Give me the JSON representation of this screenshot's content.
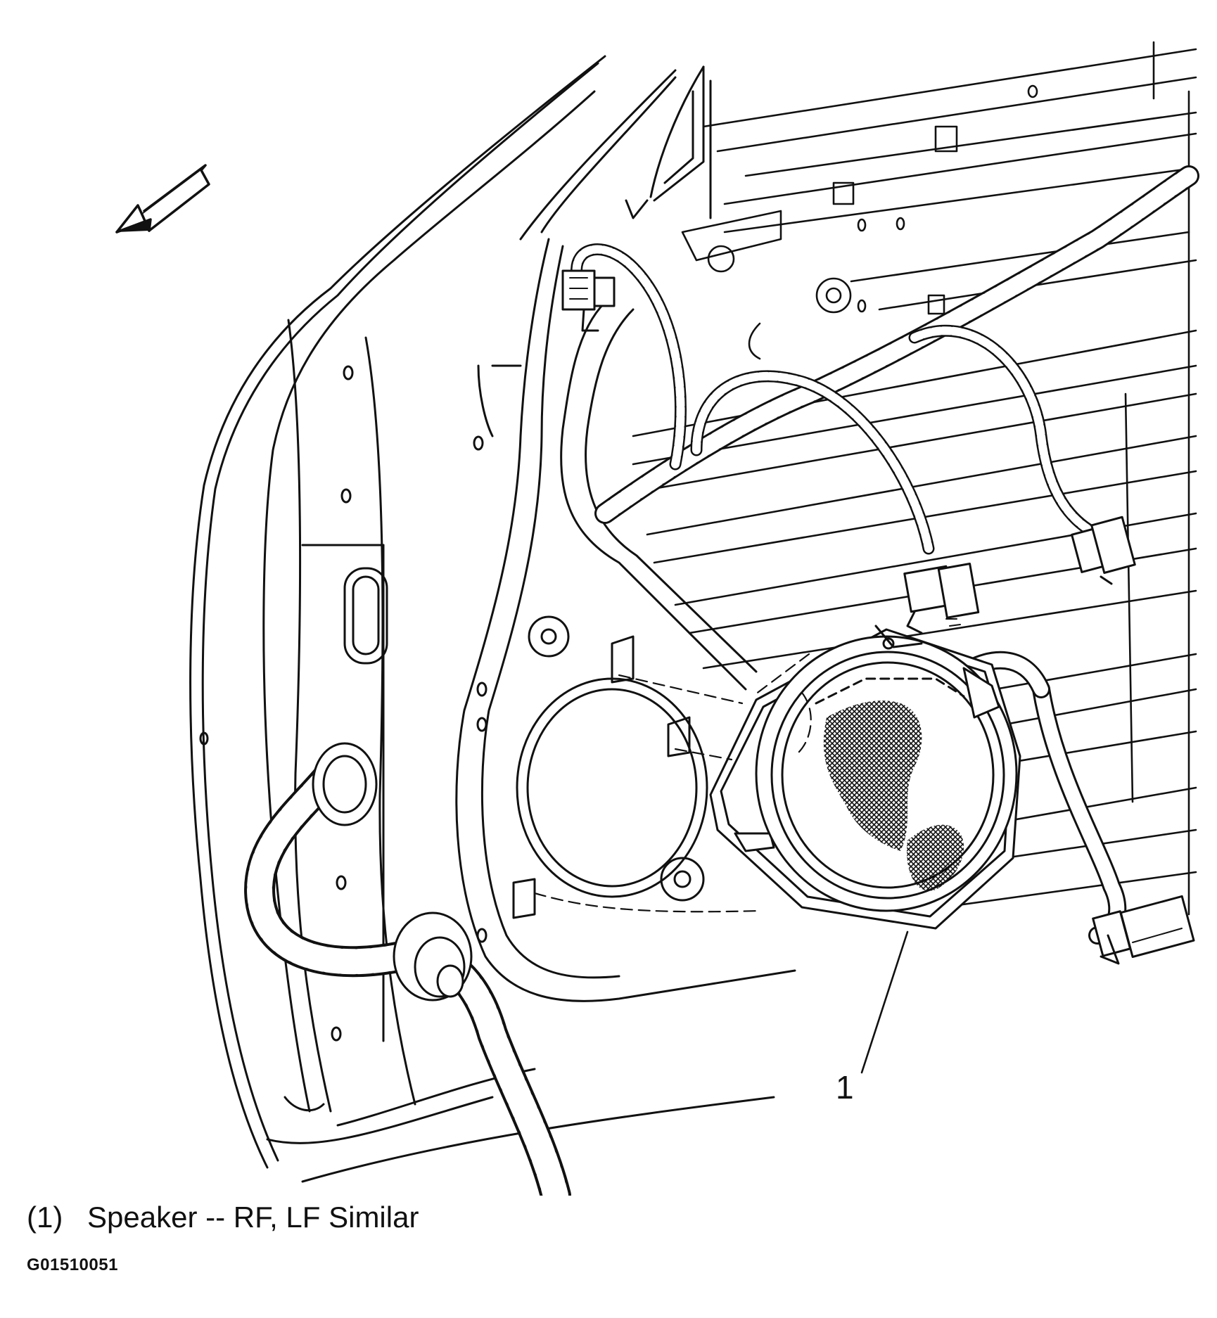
{
  "figure": {
    "callouts": [
      {
        "number": "1",
        "item": "speaker"
      }
    ],
    "legend": [
      {
        "number": "(1)",
        "text": "Speaker -- RF, LF Similar"
      }
    ],
    "figure_code": "G01510051",
    "icons": [
      "front-direction-arrow-icon"
    ],
    "colors": {
      "ink": "#111111",
      "background": "#ffffff"
    }
  }
}
